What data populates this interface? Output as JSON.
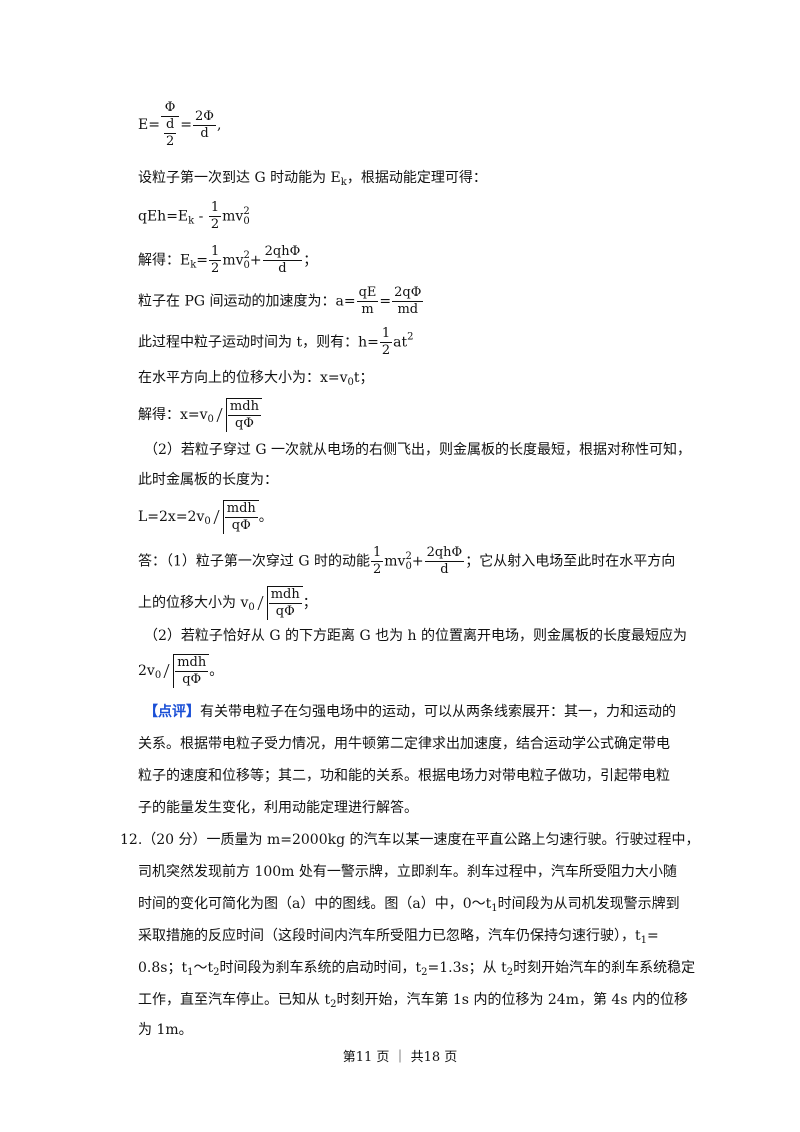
{
  "lines": {
    "e_prefix": "E=",
    "e_num1": "Φ",
    "e_num1_d": "d",
    "e_num1_d2": "2",
    "e_eq2": "=",
    "e_num2": "2Φ",
    "e_den2": "d",
    "e_suffix": ",",
    "l2": "设粒子第一次到达 G 时动能为 E",
    "l2_sub": "k",
    "l2_tail": "，根据动能定理可得：",
    "l3_a": "qEh=E",
    "l3_sub": "k",
    "l3_b": " - ",
    "l3_f_n": "1",
    "l3_f_d": "2",
    "l3_c": "mv",
    "l3_sup": "2",
    "l3_sub0": "0",
    "l4_a": "解得：E",
    "l4_sub": "k",
    "l4_eq": "=",
    "l4_f_n": "1",
    "l4_f_d": "2",
    "l4_mv": "mv",
    "l4_sup": "2",
    "l4_sub0": "0",
    "l4_plus": "+",
    "l4_f2_n": "2qhΦ",
    "l4_f2_d": "d",
    "l4_end": "；",
    "l5_a": "粒子在 PG 间运动的加速度为：a=",
    "l5_f1_n": "qE",
    "l5_f1_d": "m",
    "l5_eq": "=",
    "l5_f2_n": "2qΦ",
    "l5_f2_d": "md",
    "l6_a": "此过程中粒子运动时间为 t，则有：h=",
    "l6_f_n": "1",
    "l6_f_d": "2",
    "l6_b": "at",
    "l6_sup": "2",
    "l7": "在水平方向上的位移大小为：x=v",
    "l7_sub": "0",
    "l7_tail": "t；",
    "l8_a": "解得：x=v",
    "l8_sub": "0",
    "l8_r_n": "mdh",
    "l8_r_d": "qΦ",
    "p2_1": "（2）若粒子穿过 G 一次就从电场的右侧飞出，则金属板的长度最短，根据对称性可知，",
    "p2_2": "此时金属板的长度为：",
    "l9_a": "L=2x=2v",
    "l9_sub": "0",
    "l9_r_n": "mdh",
    "l9_r_d": "qΦ",
    "l9_end": "。",
    "ans1_a": "答：（1）粒子第一次穿过 G 时的动能",
    "ans1_f_n": "1",
    "ans1_f_d": "2",
    "ans1_mv": "mv",
    "ans1_sup": "2",
    "ans1_sub0": "0",
    "ans1_plus": "+",
    "ans1_f2_n": "2qhΦ",
    "ans1_f2_d": "d",
    "ans1_b": "；它从射入电场至此时在水平方向",
    "ans2_a": "上的位移大小为 v",
    "ans2_sub": "0",
    "ans2_r_n": "mdh",
    "ans2_r_d": "qΦ",
    "ans2_end": "；",
    "ans3": "（2）若粒子恰好从 G 的下方距离 G 也为 h 的位置离开电场，则金属板的长度最短应为",
    "ans4_a": "2v",
    "ans4_sub": "0",
    "ans4_r_n": "mdh",
    "ans4_r_d": "qΦ",
    "ans4_end": "。",
    "review_tag": "【点评】",
    "review_1": "有关带电粒子在匀强电场中的运动，可以从两条线索展开：其一，力和运动的",
    "review_2": "关系。根据带电粒子受力情况，用牛顿第二定律求出加速度，结合运动学公式确定带电",
    "review_3": "粒子的速度和位移等；其二，功和能的关系。根据电场力对带电粒子做功，引起带电粒",
    "review_4": "子的能量发生变化，利用动能定理进行解答。",
    "q12_1": "12.（20 分）一质量为 m=2000kg 的汽车以某一速度在平直公路上匀速行驶。行驶过程中，",
    "q12_2": "司机突然发现前方 100m 处有一警示牌，立即刹车。刹车过程中，汽车所受阻力大小随",
    "q12_3": "时间的变化可简化为图（a）中的图线。图（a）中，0～t",
    "q12_3_sub": "1",
    "q12_3_tail": "时间段为从司机发现警示牌到",
    "q12_4": "采取措施的反应时间（这段时间内汽车所受阻力已忽略，汽车仍保持匀速行驶），t",
    "q12_4_sub": "1",
    "q12_4_tail": "=",
    "q12_5_a": "0.8s；t",
    "q12_5_s1": "1",
    "q12_5_b": "～t",
    "q12_5_s2": "2",
    "q12_5_c": "时间段为刹车系统的启动时间，t",
    "q12_5_s3": "2",
    "q12_5_d": "=1.3s；从 t",
    "q12_5_s4": "2",
    "q12_5_e": "时刻开始汽车的刹车系统稳定",
    "q12_6_a": "工作，直至汽车停止。已知从 t",
    "q12_6_sub": "2",
    "q12_6_b": "时刻开始，汽车第 1s 内的位移为 24m，第 4s 内的位移",
    "q12_7": "为 1m。"
  },
  "footer": "第11 页 ｜ 共18 页"
}
